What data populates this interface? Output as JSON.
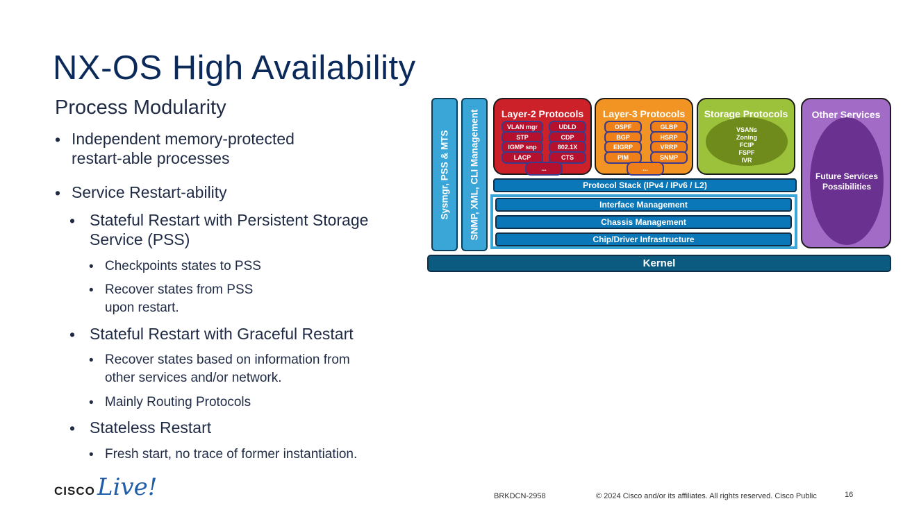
{
  "title": "NX-OS High Availability",
  "subtitle": "Process Modularity",
  "bullets": [
    "Independent memory-protected",
    "restart-able processes",
    "Service Restart-ability",
    "Stateful Restart with Persistent Storage",
    "Service (PSS)",
    "Checkpoints states to PSS",
    "Recover states from PSS",
    "upon restart.",
    "Stateful Restart with Graceful Restart",
    "Recover states based on information from",
    "other services and/or network.",
    "Mainly Routing Protocols",
    "Stateless Restart",
    "Fresh start, no trace of former instantiation."
  ],
  "diagram": {
    "sysmgr": "Sysmgr, PSS & MTS",
    "mgmt": "SNMP, XML, CLI Management",
    "l2": {
      "title": "Layer-2 Protocols",
      "items": [
        "VLAN mgr",
        "UDLD",
        "STP",
        "CDP",
        "IGMP snp",
        "802.1X",
        "LACP",
        "CTS",
        "..."
      ]
    },
    "l3": {
      "title": "Layer-3 Protocols",
      "items": [
        "OSPF",
        "GLBP",
        "BGP",
        "HSRP",
        "EIGRP",
        "VRRP",
        "PIM",
        "SNMP",
        "..."
      ]
    },
    "storage": {
      "title": "Storage Protocols",
      "items": [
        "VSANs",
        "Zoning",
        "FCIP",
        "FSPF",
        "IVR"
      ]
    },
    "other": {
      "title": "Other Services",
      "inner_line1": "Future Services",
      "inner_line2": "Possibilities"
    },
    "protocol_stack": "Protocol Stack (IPv4 / IPv6 / L2)",
    "interface_mgmt": "Interface Management",
    "chassis_mgmt": "Chassis Management",
    "chip_driver": "Chip/Driver Infrastructure",
    "kernel": "Kernel",
    "colors": {
      "l2": "#cc2128",
      "l3": "#f29424",
      "storage": "#9cc13a",
      "storage_inner": "#6f8b1c",
      "other": "#a26cc6",
      "other_inner": "#6a3190",
      "bars": "#0a77b8",
      "kernel": "#0b5b80"
    }
  },
  "footer": {
    "brand_cisco": "CISCO",
    "brand_live": "Live!",
    "session": "BRKDCN-2958",
    "copyright": "© 2024 Cisco and/or its affiliates. All rights reserved. Cisco Public",
    "page": "16"
  }
}
